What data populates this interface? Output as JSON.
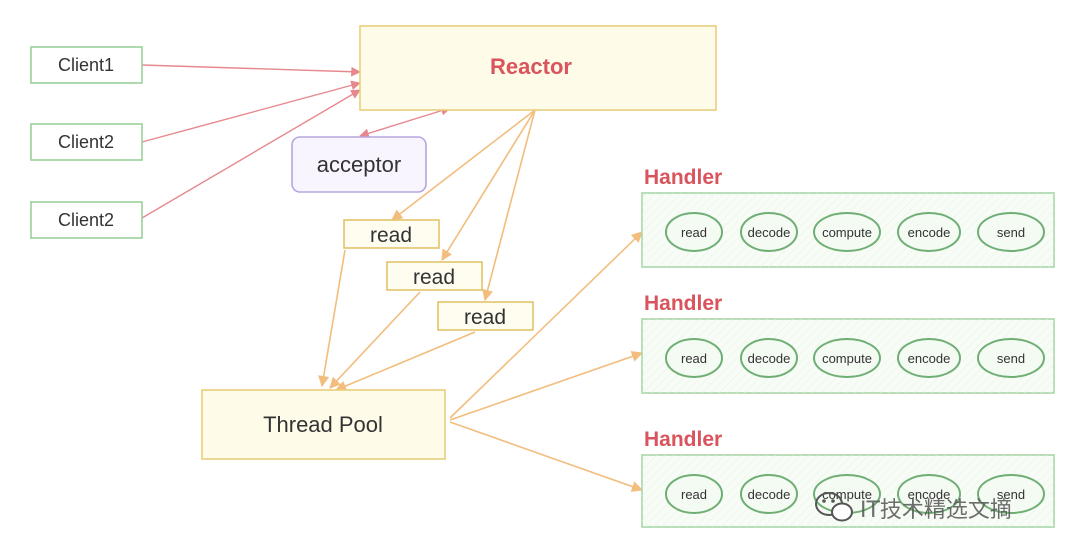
{
  "diagram": {
    "clients": [
      "Client1",
      "Client2",
      "Client2"
    ],
    "reactor": "Reactor",
    "acceptor": "acceptor",
    "reads": [
      "read",
      "read",
      "read"
    ],
    "thread_pool": "Thread Pool",
    "handlers": [
      {
        "title": "Handler",
        "ops": [
          "read",
          "decode",
          "compute",
          "encode",
          "send"
        ]
      },
      {
        "title": "Handler",
        "ops": [
          "read",
          "decode",
          "compute",
          "encode",
          "send"
        ]
      },
      {
        "title": "Handler",
        "ops": [
          "read",
          "decode",
          "compute",
          "encode",
          "send"
        ]
      }
    ],
    "watermark": "IT技术精选文摘",
    "colors": {
      "title": "#d9545c",
      "client_edge": "#e7888e",
      "pool_edge": "#f2bd7d",
      "ellipse_stroke": "#6fae74"
    }
  }
}
